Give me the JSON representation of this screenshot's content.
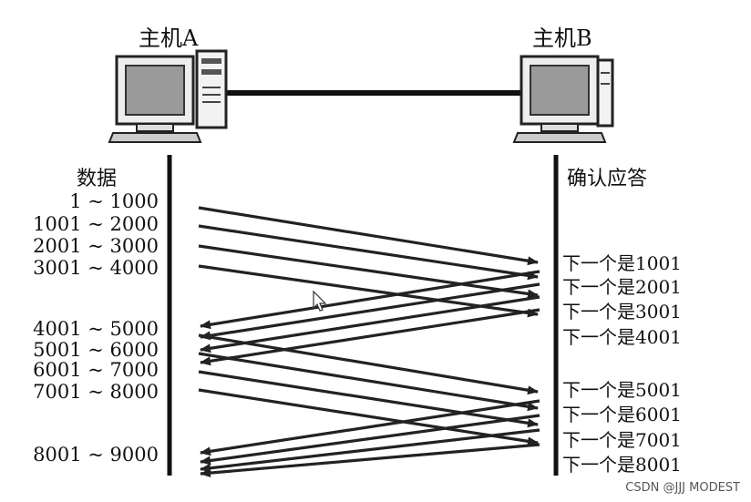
{
  "hosts": {
    "a": "主机A",
    "b": "主机B"
  },
  "columns": {
    "data": "数据",
    "ack": "确认应答"
  },
  "segments": [
    "1 ~ 1000",
    "1001 ~ 2000",
    "2001 ~ 3000",
    "3001 ~ 4000",
    "4001 ~ 5000",
    "5001 ~ 6000",
    "6001 ~ 7000",
    "7001 ~ 8000",
    "8001 ~ 9000"
  ],
  "acks": [
    "下一个是1001",
    "下一个是2001",
    "下一个是3001",
    "下一个是4001",
    "下一个是5001",
    "下一个是6001",
    "下一个是7001",
    "下一个是8001"
  ],
  "watermark": "CSDN @JJJ MODEST"
}
